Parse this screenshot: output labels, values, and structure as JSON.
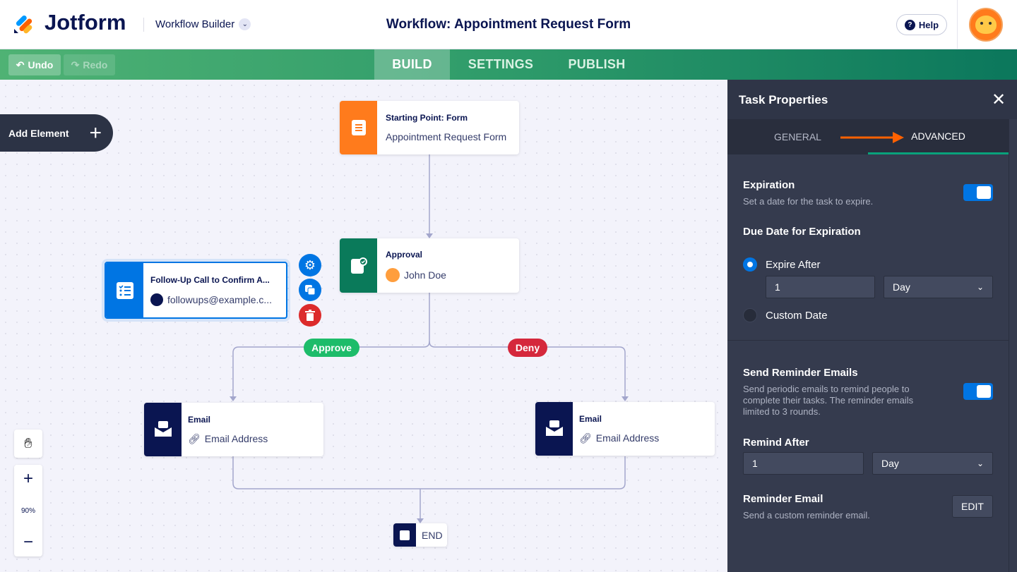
{
  "header": {
    "brand": "Jotform",
    "app_menu": "Workflow Builder",
    "title": "Workflow: Appointment Request Form",
    "help": "Help"
  },
  "toolbar": {
    "undo": "Undo",
    "redo": "Redo",
    "tabs": [
      {
        "label": "BUILD",
        "active": true
      },
      {
        "label": "SETTINGS"
      },
      {
        "label": "PUBLISH"
      }
    ]
  },
  "canvas": {
    "add_element": "Add Element",
    "zoom_level": "90%",
    "nodes": {
      "start": {
        "title": "Starting Point: Form",
        "subtitle": "Appointment Request Form",
        "color": "#ff7b1c"
      },
      "approval": {
        "title": "Approval",
        "subtitle": "John Doe",
        "color": "#0a7a5a"
      },
      "followup": {
        "title": "Follow-Up Call to Confirm A...",
        "subtitle": "followups@example.c...",
        "color": "#0075e3"
      },
      "email_left": {
        "title": "Email",
        "subtitle": "Email Address",
        "color": "#0a1551"
      },
      "email_right": {
        "title": "Email",
        "subtitle": "Email Address",
        "color": "#0a1551"
      },
      "end": {
        "label": "END"
      }
    },
    "branches": {
      "approve": "Approve",
      "deny": "Deny",
      "approve_color": "#1dbc6a",
      "deny_color": "#d5283c"
    }
  },
  "panel": {
    "title": "Task Properties",
    "tabs": [
      {
        "label": "GENERAL"
      },
      {
        "label": "ADVANCED",
        "active": true
      }
    ],
    "expiration": {
      "label": "Expiration",
      "desc": "Set a date for the task to expire.",
      "enabled": true
    },
    "due_date": {
      "label": "Due Date for Expiration",
      "option1": "Expire After",
      "option2": "Custom Date",
      "selected": "Expire After",
      "amount": "1",
      "unit": "Day"
    },
    "reminder": {
      "label": "Send Reminder Emails",
      "desc": "Send periodic emails to remind people to complete their tasks. The reminder emails limited to 3 rounds.",
      "enabled": true
    },
    "remind_after": {
      "label": "Remind After",
      "amount": "1",
      "unit": "Day"
    },
    "reminder_email": {
      "label": "Reminder Email",
      "desc": "Send a custom reminder email.",
      "button": "EDIT"
    }
  }
}
